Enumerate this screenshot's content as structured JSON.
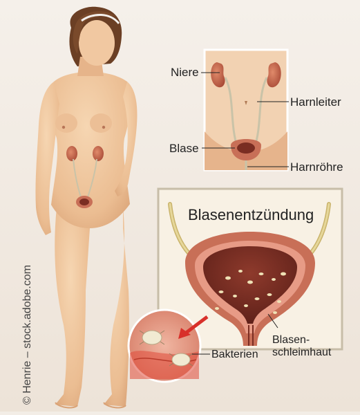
{
  "credit": "© Henrie – stock.adobe.com",
  "inset_anatomy": {
    "labels": {
      "kidney": "Niere",
      "ureter": "Harnleiter",
      "bladder": "Blase",
      "urethra": "Harnröhre"
    }
  },
  "inset_inflammation": {
    "title": "Blasenentzündung",
    "labels": {
      "mucosa_line1": "Blasen-",
      "mucosa_line2": "schleimhaut",
      "bacteria": "Bakterien"
    }
  },
  "colors": {
    "background": "#f3ede6",
    "skin": "#f0c9a0",
    "kidney": "#c8674d",
    "bladder_wall": "#c86f57",
    "bladder_interior": "#7a2d22",
    "inflamed_tissue": "#e8a08a",
    "ureter": "#c9c3a8",
    "arrow": "#d8302a"
  }
}
